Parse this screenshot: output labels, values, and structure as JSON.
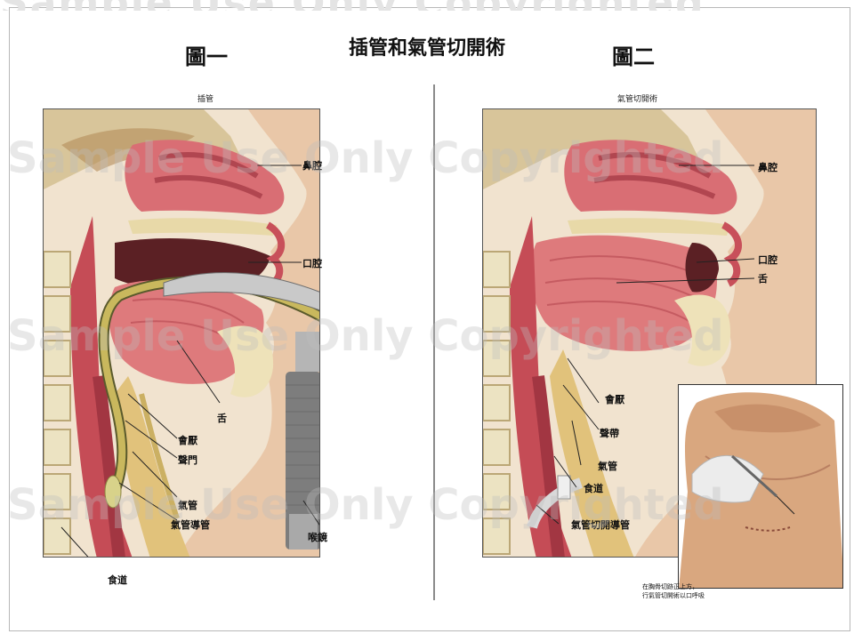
{
  "watermark": "Sample Use Only  Copyrighted",
  "title": "插管和氣管切開術",
  "figure1": {
    "title": "圖一",
    "subtitle": "插管",
    "labels": {
      "nasal": "鼻腔",
      "oral": "口腔",
      "tongue": "舌",
      "epiglottis": "會厭",
      "glottis": "聲門",
      "trachea": "氣管",
      "tube": "氣管導管",
      "laryngoscope": "喉鏡",
      "esophagus": "食道"
    }
  },
  "figure2": {
    "title": "圖二",
    "subtitle": "氣管切開術",
    "labels": {
      "nasal": "鼻腔",
      "oral": "口腔",
      "tongue": "舌",
      "epiglottis": "會厭",
      "vocal_cords": "聲帶",
      "trachea": "氣管",
      "esophagus": "食道",
      "trach_tube": "氣管切開導管"
    },
    "caption_line1": "在胸骨切跡正上方，",
    "caption_line2": "行氣管切開術以口呼吸"
  },
  "colors": {
    "tissue": "#e07f80",
    "tissue_dark": "#b9474f",
    "bone": "#eadfb8",
    "cartilage": "#d9d0a8",
    "tube": "#bfae55",
    "skin": "#e2b48f",
    "glove": "#e9e9e9"
  }
}
